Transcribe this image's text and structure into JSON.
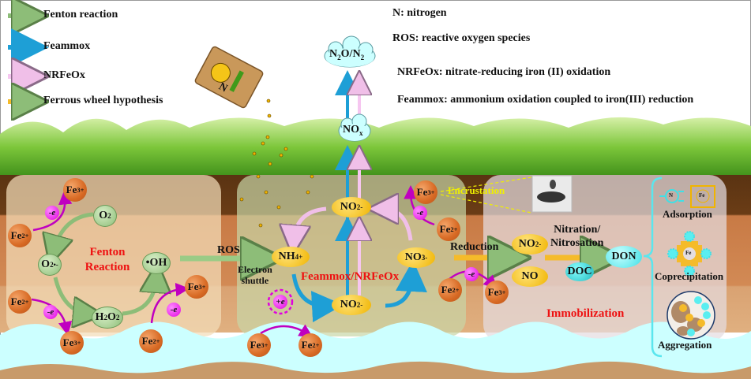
{
  "legend": [
    {
      "label": "Fenton reaction",
      "color": "#8dbd78"
    },
    {
      "label": "Feammox",
      "color": "#1e9fd6"
    },
    {
      "label": "NRFeOx",
      "color": "#f6c6f0"
    },
    {
      "label": "Ferrous wheel hypothesis",
      "color": "#f5bb2a"
    }
  ],
  "definitions": [
    "N: nitrogen",
    "ROS: reactive oxygen species",
    "NRFeOx: nitrate-reducing iron (II) oxidation",
    "Feammox: ammonium oxidation coupled to iron(III) reduction"
  ],
  "atmosphere": {
    "cloud_top": {
      "a": "N",
      "a_sub": "2",
      "b": "O/N",
      "b_sub": "2"
    },
    "cloud_nox": {
      "base": "NO",
      "sub": "x"
    },
    "fertilizer_letter": "N"
  },
  "species": {
    "fe": "Fe",
    "fe3": "3+",
    "fe2": "2+",
    "minus_e": "-e",
    "plus_e": "+e"
  },
  "fenton": {
    "title_line1": "Fenton",
    "title_line2": "Reaction",
    "o2": {
      "base": "O",
      "sub": "2"
    },
    "superoxide": {
      "base": "O",
      "sub": "2",
      "sup": "•-"
    },
    "hydroxyl": "•OH",
    "h2o2": {
      "a": "H",
      "a_sub": "2",
      "b": "O",
      "b_sub": "2"
    }
  },
  "links": {
    "ros": "ROS",
    "electron_shuttle_line1": "Electron",
    "electron_shuttle_line2": "shuttle",
    "encrustation": "Encrustation",
    "reduction": "Reduction",
    "nitration_line1": "Nitration/",
    "nitration_line2": "Nitrosation"
  },
  "feammox": {
    "title": "Feammox/NRFeOx",
    "nh4": {
      "base": "NH",
      "sub": "4",
      "sup": "+"
    },
    "no2": {
      "base": "NO",
      "sub": "2",
      "sup": "-"
    },
    "no3": {
      "base": "NO",
      "sub": "3",
      "sup": "-"
    }
  },
  "immobilization": {
    "title": "Immobilization",
    "no2": {
      "base": "NO",
      "sub": "2",
      "sup": "-"
    },
    "no": "NO",
    "doc": "DOC",
    "don": "DON",
    "mechanisms": [
      "Adsorption",
      "Coprecipitation",
      "Aggregation"
    ],
    "icon_n": "N",
    "icon_fe": "Fe"
  }
}
